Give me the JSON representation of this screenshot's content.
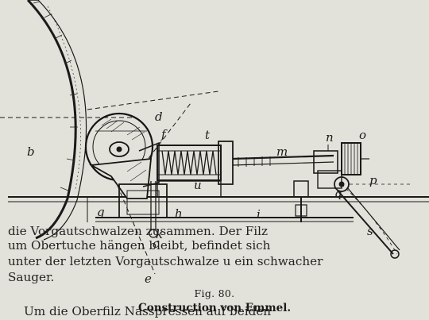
{
  "figure": {
    "number": "Fig. 80.",
    "title": "Construction von Emmel."
  },
  "labels": {
    "b": "b",
    "c": "c",
    "d": "d",
    "e": "e",
    "f": "f",
    "g": "g",
    "h": "h",
    "i": "i",
    "k": "k",
    "m": "m",
    "n": "n",
    "o": "o",
    "p": "p",
    "q": "q",
    "s": "s",
    "t": "t",
    "u": "u"
  },
  "body_text": {
    "line1": "die Vorgautschwalzen zusammen. Der Filz",
    "line2": "um Obertuche hängen bleibt, befindet sich",
    "line3": "unter der letzten Vorgautschwalze u ein schwacher",
    "line4": "Sauger.",
    "line5": "Um die Oberfilz    Nasspressen auf beiden"
  }
}
